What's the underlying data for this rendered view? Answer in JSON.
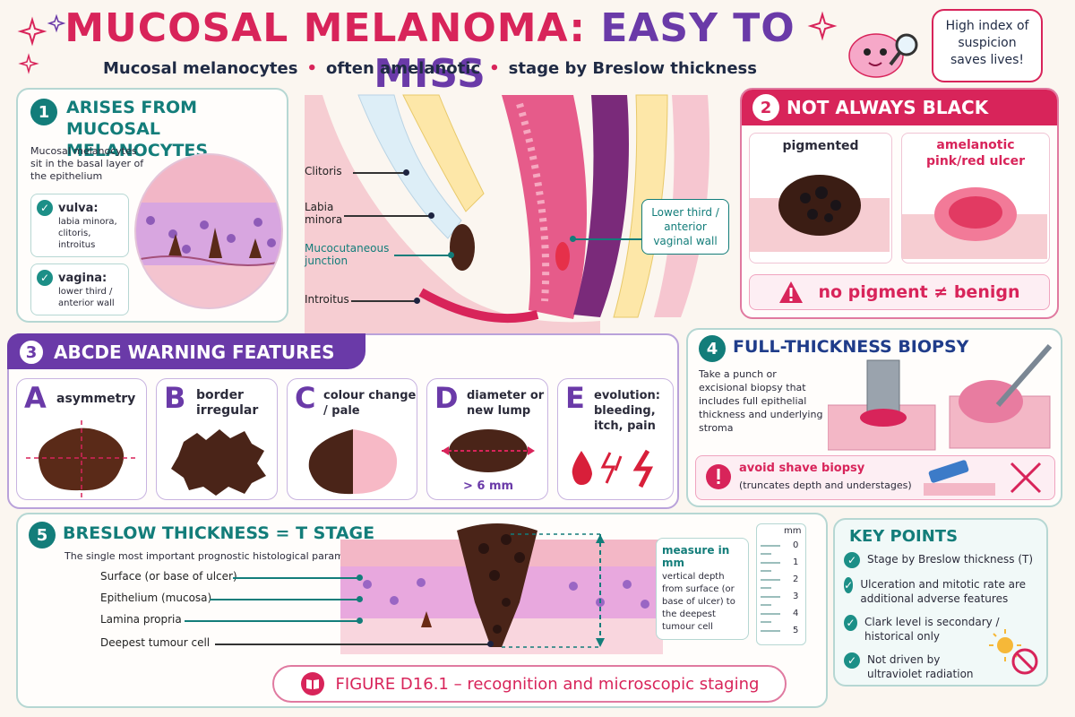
{
  "header": {
    "title_part1": "MUCOSAL MELANOMA:",
    "title_part2": "EASY TO MISS",
    "subtitle": [
      "Mucosal melanocytes",
      "often amelanotic",
      "stage by Breslow thickness"
    ],
    "speech": "High index of suspicion saves lives!"
  },
  "section1": {
    "number": "1",
    "title_line1": "ARISES FROM",
    "title_line2": "MUCOSAL MELANOCYTES",
    "caption": "Mucosal melanocytes sit in the basal layer of the epithelium",
    "vulva_title": "vulva:",
    "vulva_detail": "labia minora, clitoris, introitus",
    "vagina_title": "vagina:",
    "vagina_detail": "lower third / anterior wall"
  },
  "anatomy": {
    "labels": [
      "Clitoris",
      "Labia minora",
      "Mucocutaneous junction",
      "Introitus"
    ],
    "callout": "Lower third / anterior vaginal wall"
  },
  "section2": {
    "number": "2",
    "title": "NOT ALWAYS BLACK",
    "pigmented": "pigmented",
    "amelanotic": "amelanotic pink/red ulcer",
    "warning": "no pigment ≠ benign"
  },
  "section3": {
    "number": "3",
    "title": "ABCDE WARNING FEATURES",
    "items": [
      {
        "letter": "A",
        "text": "asymmetry"
      },
      {
        "letter": "B",
        "text": "border irregular"
      },
      {
        "letter": "C",
        "text": "colour change / pale"
      },
      {
        "letter": "D",
        "text": "diameter or new lump",
        "extra": "> 6 mm"
      },
      {
        "letter": "E",
        "text": "evolution: bleeding, itch, pain"
      }
    ]
  },
  "section4": {
    "number": "4",
    "title": "FULL-THICKNESS BIOPSY",
    "text": "Take a punch or excisional biopsy that includes full epithelial thickness and underlying stroma",
    "avoid_title": "avoid shave biopsy",
    "avoid_detail": "(truncates depth and understages)"
  },
  "section5": {
    "number": "5",
    "title": "BRESLOW THICKNESS = T STAGE",
    "subtitle": "The single most important prognostic histological parameter",
    "layers": [
      "Surface  (or base of ulcer)",
      "Epithelium  (mucosa)",
      "Lamina propria",
      "Deepest tumour cell"
    ],
    "measure_title": "measure in mm",
    "measure_text": "vertical depth from surface (or base of ulcer) to the deepest tumour cell",
    "ruler_unit": "mm",
    "ruler_ticks": [
      "0",
      "1",
      "2",
      "3",
      "4",
      "5"
    ]
  },
  "key_points": {
    "title": "KEY POINTS",
    "items": [
      "Stage by Breslow thickness (T)",
      "Ulceration and mitotic rate are additional adverse features",
      "Clark level is secondary / historical only",
      "Not driven by ultraviolet radiation"
    ]
  },
  "footer": {
    "caption": "FIGURE D16.1 – recognition and microscopic staging"
  },
  "colors": {
    "crimson": "#d8245a",
    "purple": "#6a3aa8",
    "teal": "#137d7a",
    "melanin": "#4a2418",
    "pink": "#f28fb2"
  }
}
